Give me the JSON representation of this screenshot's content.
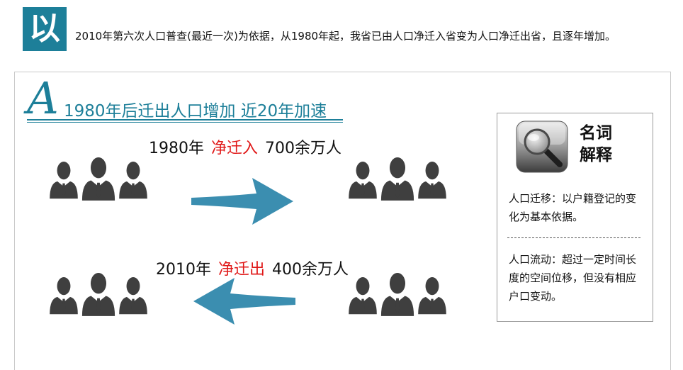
{
  "header": {
    "badge": "以",
    "intro": "2010年第六次人口普查(最近一次)为依据，从1980年起，我省已由人口净迁入省变为人口净迁出省，且逐年增加。"
  },
  "section": {
    "letter": "A",
    "title": "1980年后迁出人口增加 近20年加速"
  },
  "flows": [
    {
      "year": "1980年",
      "type": "净迁入",
      "amount": "700余万人",
      "direction": "right"
    },
    {
      "year": "2010年",
      "type": "净迁出",
      "amount": "400余万人",
      "direction": "left"
    }
  ],
  "glossary": {
    "title_line1": "名词",
    "title_line2": "解释",
    "icon": "magnifier-icon",
    "definitions": [
      {
        "text": "人口迁移：以户籍登记的变化为基本依据。"
      },
      {
        "text": "人口流动：超过一定时间长度的空间位移，但没有相应户口变动。"
      }
    ]
  },
  "colors": {
    "accent": "#1d7f99",
    "highlight": "#e01818",
    "arrow": "#3b8eb0",
    "people": "#3f3f3f"
  }
}
